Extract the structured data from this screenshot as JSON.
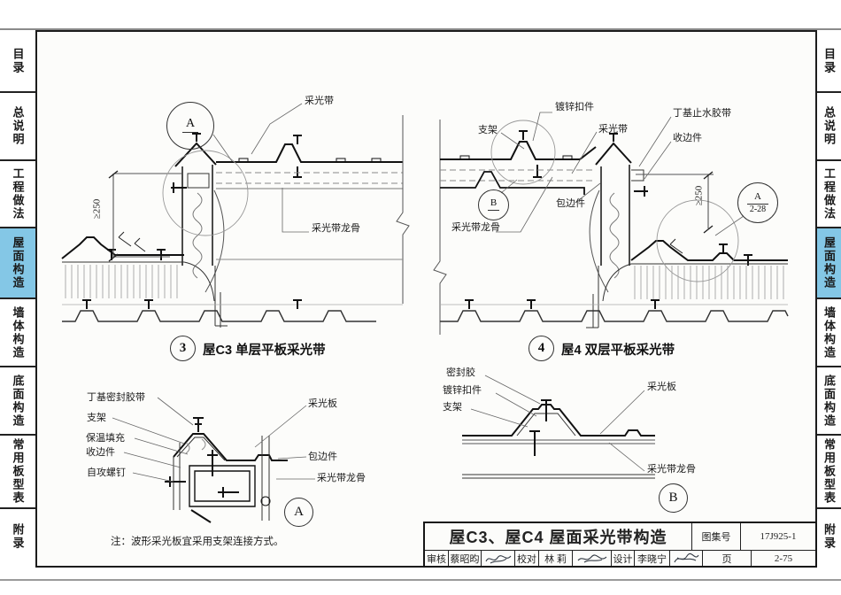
{
  "colors": {
    "tab_active_bg": "#84c7e6",
    "line": "#222222",
    "paper": "#fcfcfa"
  },
  "sidebar": {
    "tabs": [
      {
        "label": "目录",
        "active": false
      },
      {
        "label": "总说明",
        "active": false
      },
      {
        "label": "工程做法",
        "active": false
      },
      {
        "label": "屋面构造",
        "active": true
      },
      {
        "label": "墙体构造",
        "active": false
      },
      {
        "label": "底面构造",
        "active": false
      },
      {
        "label": "常用板型表",
        "active": false
      },
      {
        "label": "附录",
        "active": false
      }
    ]
  },
  "drawings": {
    "d3": {
      "caption_no": "3",
      "caption": "屋C3 单层平板采光带",
      "dim": "≥250",
      "bubble": "A",
      "labels": {
        "band": "采光带",
        "keel": "采光带龙骨"
      }
    },
    "d4": {
      "caption_no": "4",
      "caption": "屋4 双层平板采光带",
      "dim": "≥250",
      "bubble_b": "B",
      "bubble_a": "A",
      "bubble_a_ref": "2-28",
      "labels": {
        "bracket": "支架",
        "clip": "镀锌扣件",
        "band": "采光带",
        "butyl": "丁基止水胶带",
        "edge_trim": "收边件",
        "edge_wrap": "包边件",
        "keel": "采光带龙骨"
      }
    },
    "da": {
      "bubble": "A",
      "labels": {
        "butyl_seal": "丁基密封胶带",
        "bracket": "支架",
        "insulation": "保温填充",
        "edge_trim": "收边件",
        "screw": "自攻螺钉",
        "panel": "采光板",
        "edge_wrap": "包边件",
        "keel": "采光带龙骨"
      },
      "note": "注：波形采光板宜采用支架连接方式。"
    },
    "db": {
      "bubble": "B",
      "labels": {
        "sealant": "密封胶",
        "clip": "镀锌扣件",
        "bracket": "支架",
        "panel": "采光板",
        "keel": "采光带龙骨"
      }
    }
  },
  "titleblock": {
    "title": "屋C3、屋C4 屋面采光带构造",
    "atlas_label": "图集号",
    "atlas_no": "17J925-1",
    "page_label": "页",
    "page_no": "2-75",
    "reviewers": [
      {
        "role": "审核",
        "name": "蔡昭昀"
      },
      {
        "role": "校对",
        "name": "林 莉"
      },
      {
        "role": "设计",
        "name": "李晓宁"
      }
    ]
  }
}
